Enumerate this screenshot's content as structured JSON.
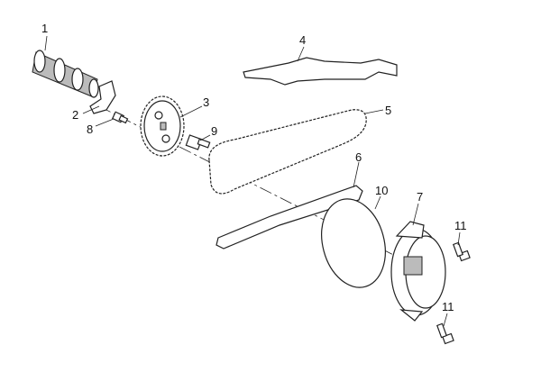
{
  "diagram": {
    "type": "exploded-parts-view",
    "callouts": [
      "1",
      "2",
      "3",
      "4",
      "5",
      "6",
      "7",
      "8",
      "9",
      "10",
      "11",
      "11"
    ]
  }
}
